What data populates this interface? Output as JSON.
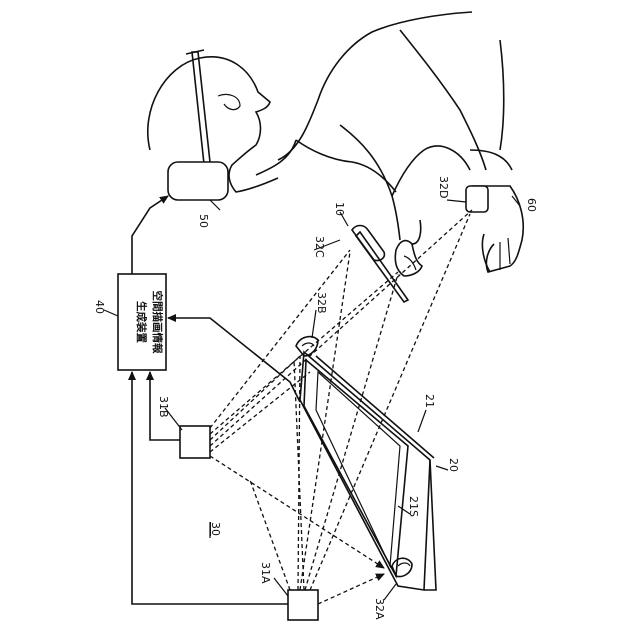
{
  "labels": {
    "device_line1": "空間描画情報",
    "device_line2": "生成装置",
    "ref_40": "40",
    "ref_50": "50",
    "ref_10": "10",
    "ref_32C": "32C",
    "ref_32D": "32D",
    "ref_60": "60",
    "ref_32B": "32B",
    "ref_31B": "31B",
    "ref_21": "21",
    "ref_20": "20",
    "ref_21S": "21S",
    "ref_30": "30",
    "ref_31A": "31A",
    "ref_32A": "32A"
  }
}
